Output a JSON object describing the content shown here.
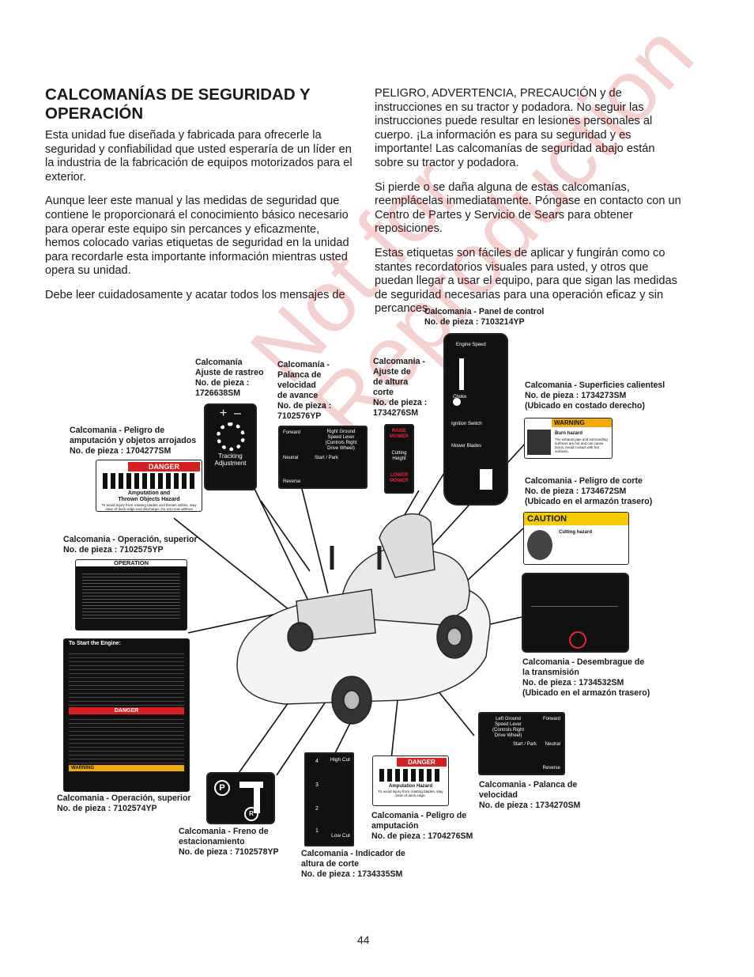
{
  "heading": "CALCOMANÍAS DE SEGURIDAD Y OPERACIÓN",
  "paragraphs_left": [
    "Esta unidad fue diseñada y fabricada para ofrecerle la seguridad y confiabilidad que usted esperaría de un líder en la industria de la fabricación de equipos motorizados para el exterior.",
    "Aunque leer este manual y las medidas de seguridad que contiene le proporcionará el conocimiento básico necesario para operar este equipo sin percances y eficazmente, hemos colocado varias etiquetas de seguridad en la unidad para recordarle esta importante información mientras usted opera su unidad.",
    "Debe leer cuidadosamente y acatar todos los mensajes de"
  ],
  "paragraphs_right": [
    "PELIGRO, ADVERTENCIA, PRECAUCIÓN y de instrucciones en su tractor y podadora. No seguir las instrucciones puede resultar en lesiones personales al cuerpo. ¡La información es para su seguridad y es importante! Las calcomanías de seguridad abajo están sobre su tractor y podadora.",
    "Si pierde o se daña alguna de estas calcomanías, reemplácelas inmediatamente. Póngase en contacto con un Centro de Partes y Servicio de Sears para obtener reposiciones.",
    "Estas etiquetas son fáciles de aplicar y fungirán como co stantes recordatorios visuales para usted, y otros que puedan llegar a usar el equipo, para que sigan las medidas de seguridad necesarias para una operación eficaz y sin percances."
  ],
  "callouts": {
    "control_panel": "Calcomania - Panel de control\nNo. de pieza : 7103214YP",
    "tracking": "Calcomanía\nAjuste de rastreo\nNo. de pieza :\n1726638SM",
    "speed_lever_right": "Calcomanía -\nPalanca de\nvelocidad\nde avance\nNo. de pieza :\n 7102576YP",
    "cut_height": "Calcomania -\nAjuste de\nde altura\ncorte\nNo. de pieza :\n1734276SM",
    "hot_surfaces": "Calcomania  - Superficies calientesl\nNo. de pieza : 1734273SM\n(Ubicado en costado derecho)",
    "amputation_thrown": "Calcomania - Peligro de\namputación y objetos arrojados\nNo. de pieza : 1704277SM",
    "cutting_hazard": "Calcomania - Peligro de corte\nNo. de pieza : 1734672SM\n(Ubicado en el armazón trasero)",
    "operation_upper": "Calcomania - Operación, superior\nNo. de pieza : 7102575YP",
    "transmission": "Calcomania - Desembrague de\nla transmisión\nNo. de pieza : 1734532SM\n(Ubicado en el armazón trasero)",
    "operation_lower": "Calcomania - Operación, superior\nNo. de pieza : 7102574YP",
    "parking_brake": "Calcomania - Freno de\nestacionamiento\nNo. de pieza : 7102578YP",
    "height_indicator": "Calcomania - Indicador de\naltura de corte\nNo. de pieza : 1734335SM",
    "amputation": "Calcomania - Peligro de\namputación\nNo. de pieza : 1704276SM",
    "speed_lever_left": "Calcomania - Palanca de\nvelocidad\nNo. de pieza : 1734270SM"
  },
  "decals": {
    "danger": "DANGER",
    "warning": "WARNING",
    "caution": "CAUTION",
    "amputation_thrown_title": "Amputation and\nThrown Objects Hazard",
    "amputation_thrown_body": "To avoid injury from rotating blades and thrown debris, stay clear of deck edge and discharge. Do not mow without deflector or entire grass catcher in place.",
    "tracking_label": "Tracking\nAdjustment",
    "right_ground_speed": "Right Ground\nSpeed Lever\n(Controls Right Drive Wheel)",
    "forward": "Forward",
    "neutral": "Neutral",
    "reverse": "Reverse",
    "start_park": "Start / Park",
    "raise_mower": "RAISE\nMOWER",
    "cutting_height": "Cutting\nHeight",
    "lower_mower": "LOWER\nMOWER",
    "engine_speed": "Engine Speed",
    "choke": "Choke",
    "ignition_switch": "Ignition Switch",
    "mower_blades": "Mower Blades",
    "burn_hazard": "Burn hazard",
    "burn_body": "The exhaust pipe and surrounding surfaces are hot and can cause burns. Avoid contact with hot surfaces.",
    "cutting_hazard": "Cutting hazard",
    "operation_title": "OPERATION",
    "to_start": "To Start the Engine:",
    "amputation_hazard": "Amputation Hazard",
    "amputation_body": "To avoid injury from rotating blades, stay clear of deck edge.",
    "high_cut": "High Cut",
    "low_cut": "Low Cut",
    "height_marks": [
      "4",
      "3",
      "2",
      "1"
    ],
    "left_ground_speed": "Left Ground\nSpeed Lever\n(Controls Right Drive Wheel)"
  },
  "watermark": "Not for\nReproduction",
  "page_number": "44"
}
